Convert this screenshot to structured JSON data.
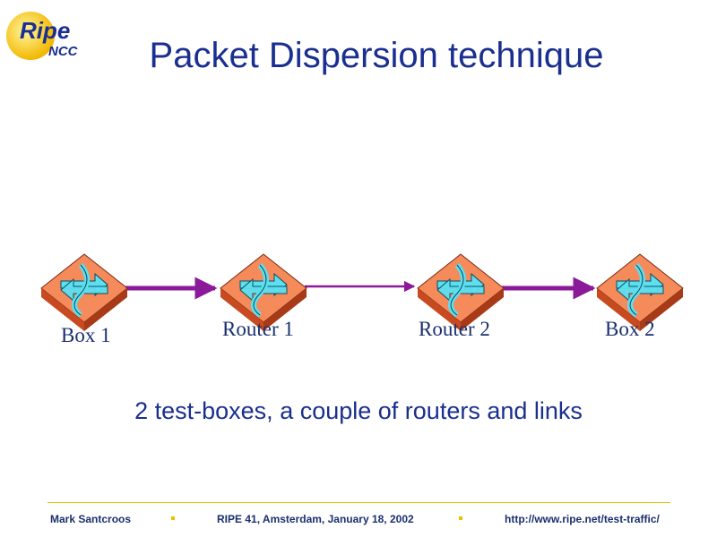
{
  "logo": {
    "word": "Ripe",
    "sub": "NCC"
  },
  "title": "Packet Dispersion technique",
  "nodes": [
    {
      "label": "Box 1"
    },
    {
      "label": "Router 1"
    },
    {
      "label": "Router 2"
    },
    {
      "label": "Box 2"
    }
  ],
  "caption": "2 test-boxes, a couple of routers and links",
  "footer": {
    "author": "Mark Santcroos",
    "event": "RIPE 41, Amsterdam, January 18, 2002",
    "url": "http://www.ripe.net/test-traffic/"
  },
  "colors": {
    "title": "#1a2f8f",
    "link": "#8a1a9a",
    "router": "#f07a4a",
    "accent": "#e8c200"
  }
}
